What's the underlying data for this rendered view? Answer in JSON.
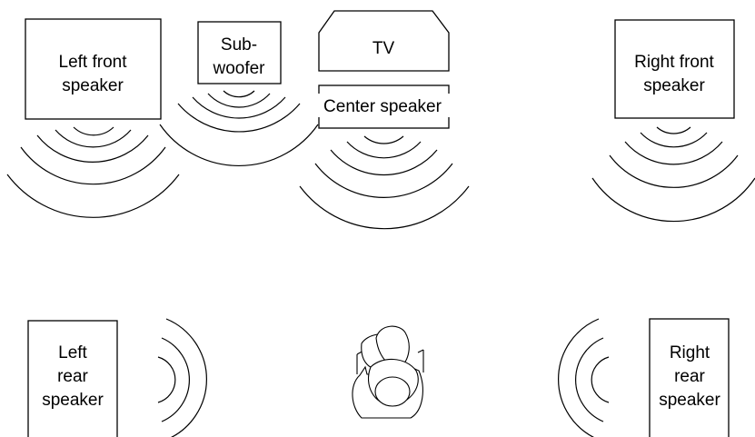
{
  "diagram": {
    "speakers": {
      "left_front": {
        "line1": "Left front",
        "line2": "speaker"
      },
      "subwoofer": {
        "line1": "Sub-",
        "line2": "woofer"
      },
      "tv": {
        "label": "TV"
      },
      "center": {
        "label": "Center speaker"
      },
      "right_front": {
        "line1": "Right front",
        "line2": "speaker"
      },
      "left_rear": {
        "line1": "Left",
        "line2": "rear",
        "line3": "speaker"
      },
      "right_rear": {
        "line1": "Right",
        "line2": "rear",
        "line3": "speaker"
      }
    },
    "listener_icon": "person-seated-icon",
    "colors": {
      "stroke": "#000000",
      "background": "#ffffff"
    }
  }
}
